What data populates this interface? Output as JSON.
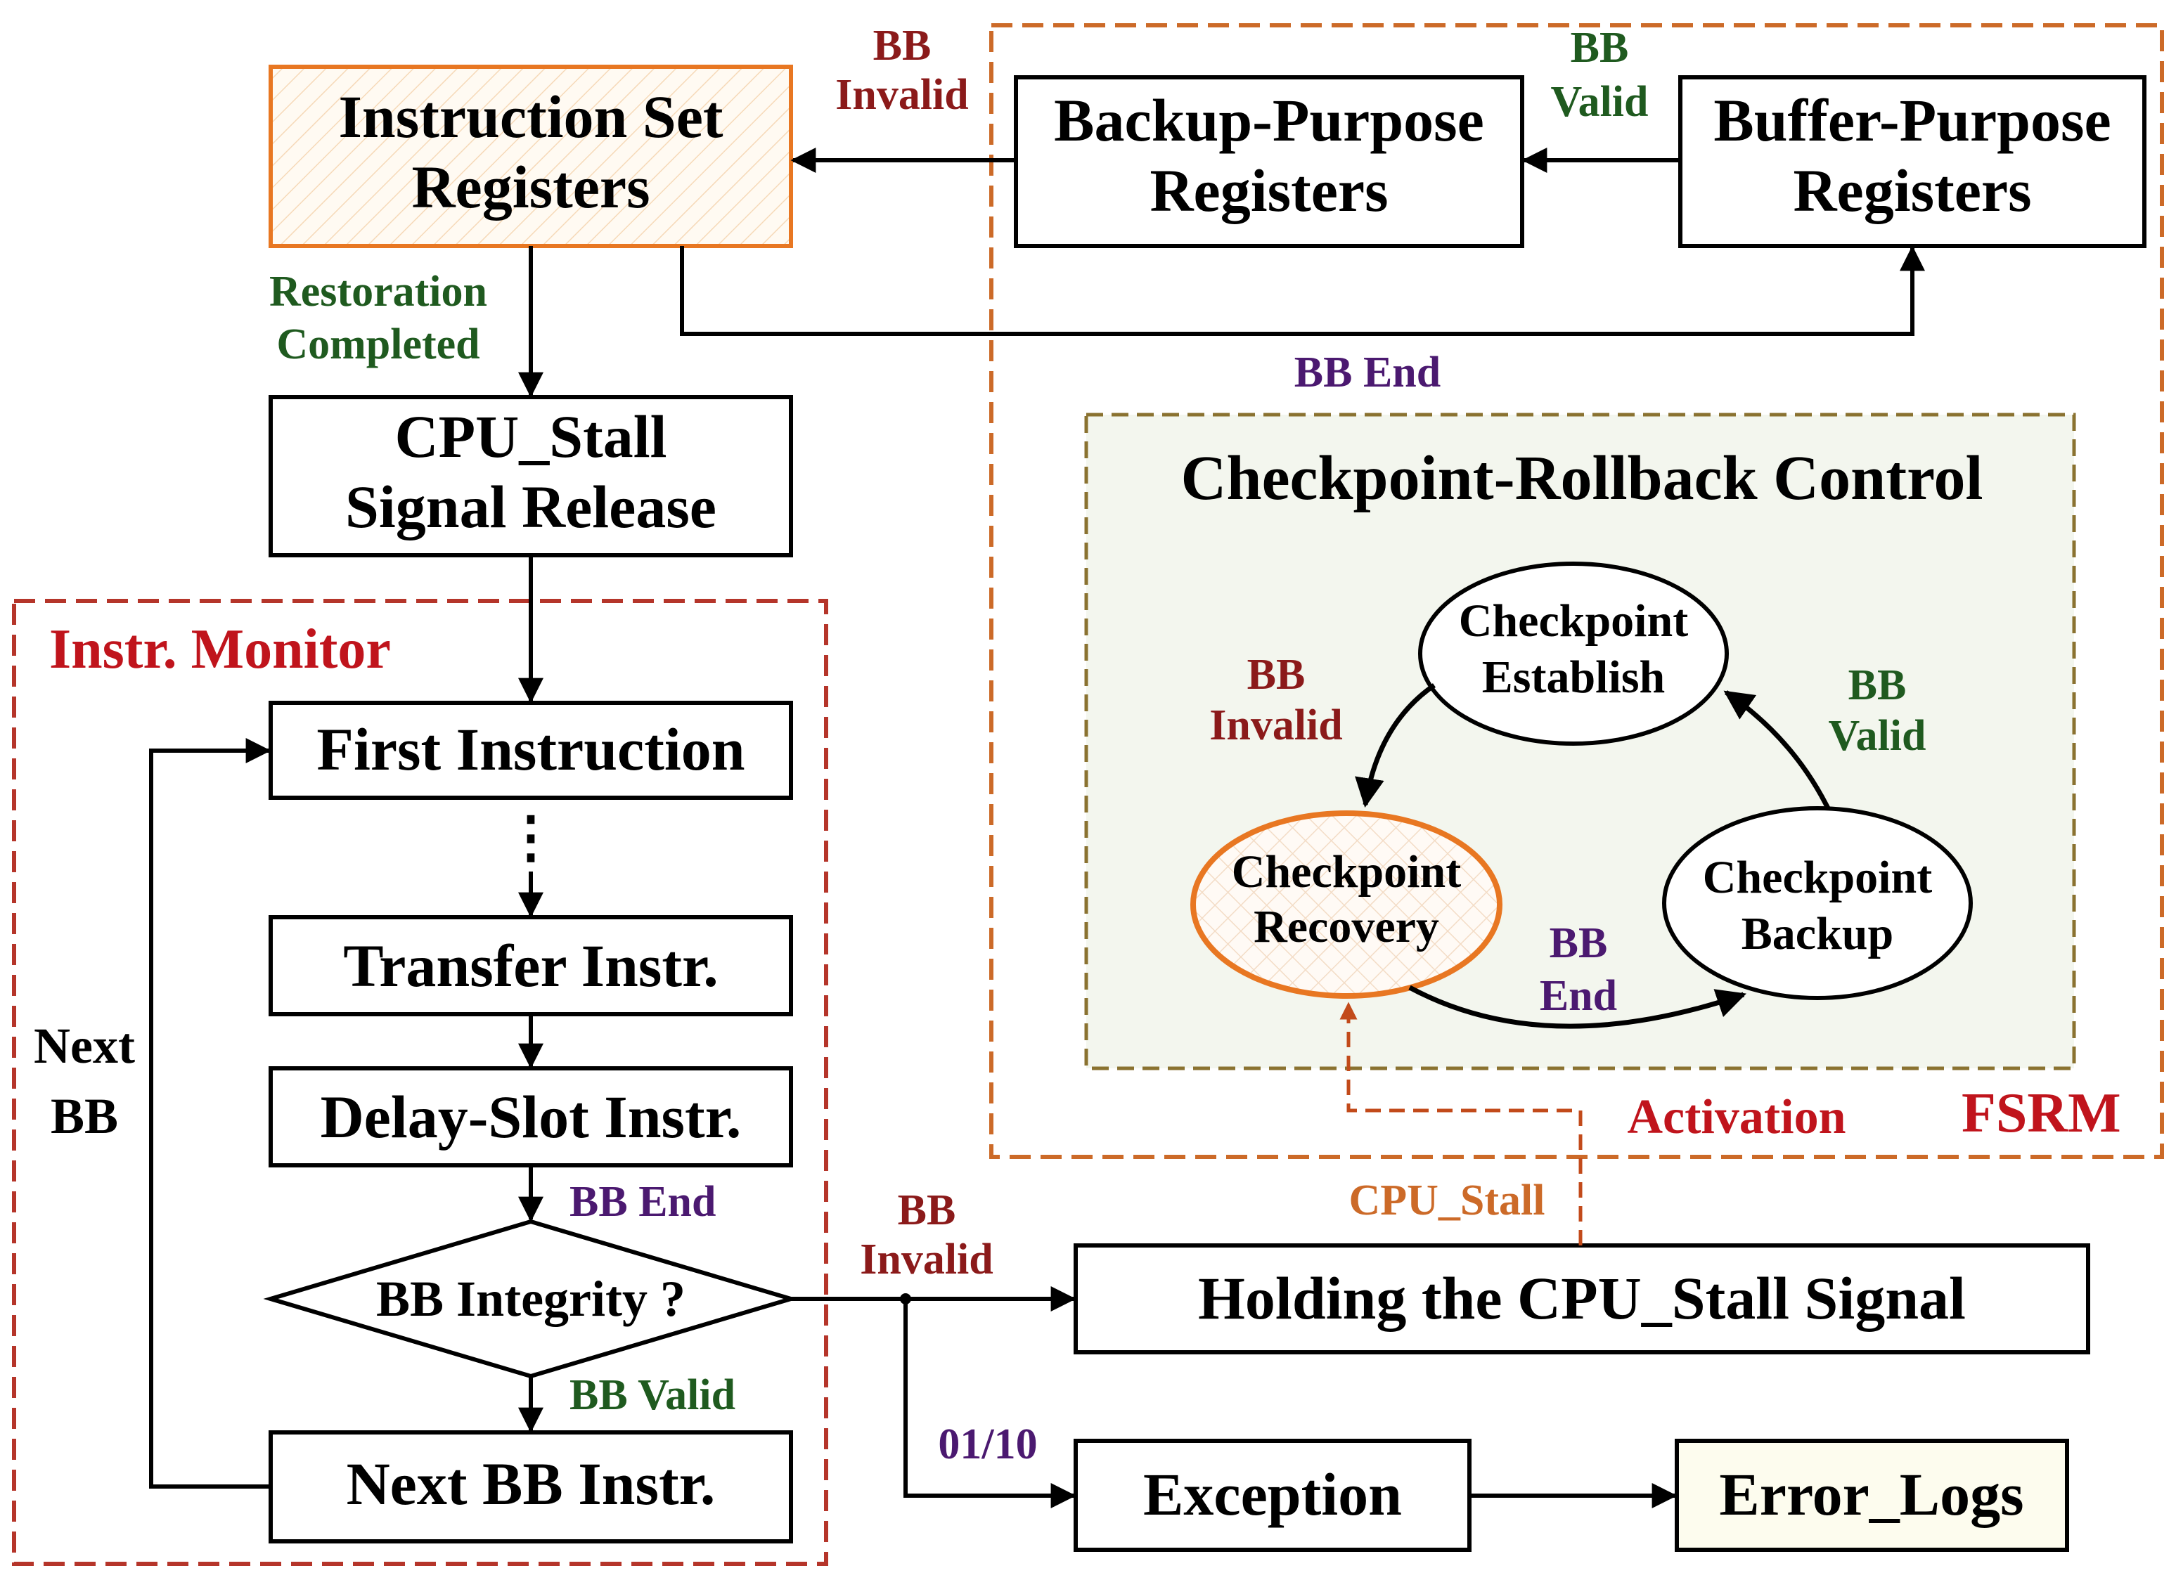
{
  "colors": {
    "dark_red": "#8b1a1a",
    "red": "#c0141c",
    "green": "#1f5a1f",
    "purple": "#4b1970",
    "orange": "#e87722",
    "brown_orange": "#cc6a28",
    "olive": "#8a7230",
    "panel_fill": "#f3f6ee",
    "error_fill": "#fdfcee"
  },
  "boxes": {
    "isr": {
      "line1": "Instruction Set",
      "line2": "Registers"
    },
    "bpr": {
      "line1": "Backup-Purpose",
      "line2": "Registers"
    },
    "bufr": {
      "line1": "Buffer-Purpose",
      "line2": "Registers"
    },
    "cpu_release": {
      "line1": "CPU_Stall",
      "line2": "Signal Release"
    },
    "first": "First Instruction",
    "transfer": "Transfer Instr.",
    "delay": "Delay-Slot Instr.",
    "integrity": "BB Integrity ?",
    "next_bb_instr": "Next BB Instr.",
    "holding": "Holding the CPU_Stall Signal",
    "exception": "Exception",
    "error_logs": "Error_Logs"
  },
  "regions": {
    "fsrm": "FSRM",
    "instr_monitor": "Instr. Monitor",
    "crc_title": "Checkpoint-Rollback Control"
  },
  "states": {
    "establish": {
      "line1": "Checkpoint",
      "line2": "Establish"
    },
    "recovery": {
      "line1": "Checkpoint",
      "line2": "Recovery"
    },
    "backup": {
      "line1": "Checkpoint",
      "line2": "Backup"
    }
  },
  "labels": {
    "bb_invalid_top": {
      "line1": "BB",
      "line2": "Invalid"
    },
    "bb_valid_top": {
      "line1": "BB",
      "line2": "Valid"
    },
    "restoration": {
      "line1": "Restoration",
      "line2": "Completed"
    },
    "bb_end_top": "BB End",
    "fsm_bb_invalid": {
      "line1": "BB",
      "line2": "Invalid"
    },
    "fsm_bb_valid": {
      "line1": "BB",
      "line2": "Valid"
    },
    "fsm_bb_end": {
      "line1": "BB",
      "line2": "End"
    },
    "activation": "Activation",
    "cpu_stall": "CPU_Stall",
    "bb_end_mid": "BB End",
    "bb_valid_mid": "BB Valid",
    "bb_invalid_mid": {
      "line1": "BB",
      "line2": "Invalid"
    },
    "next_bb": {
      "line1": "Next",
      "line2": "BB"
    },
    "code_0110": "01/10",
    "dots": "⋮"
  }
}
